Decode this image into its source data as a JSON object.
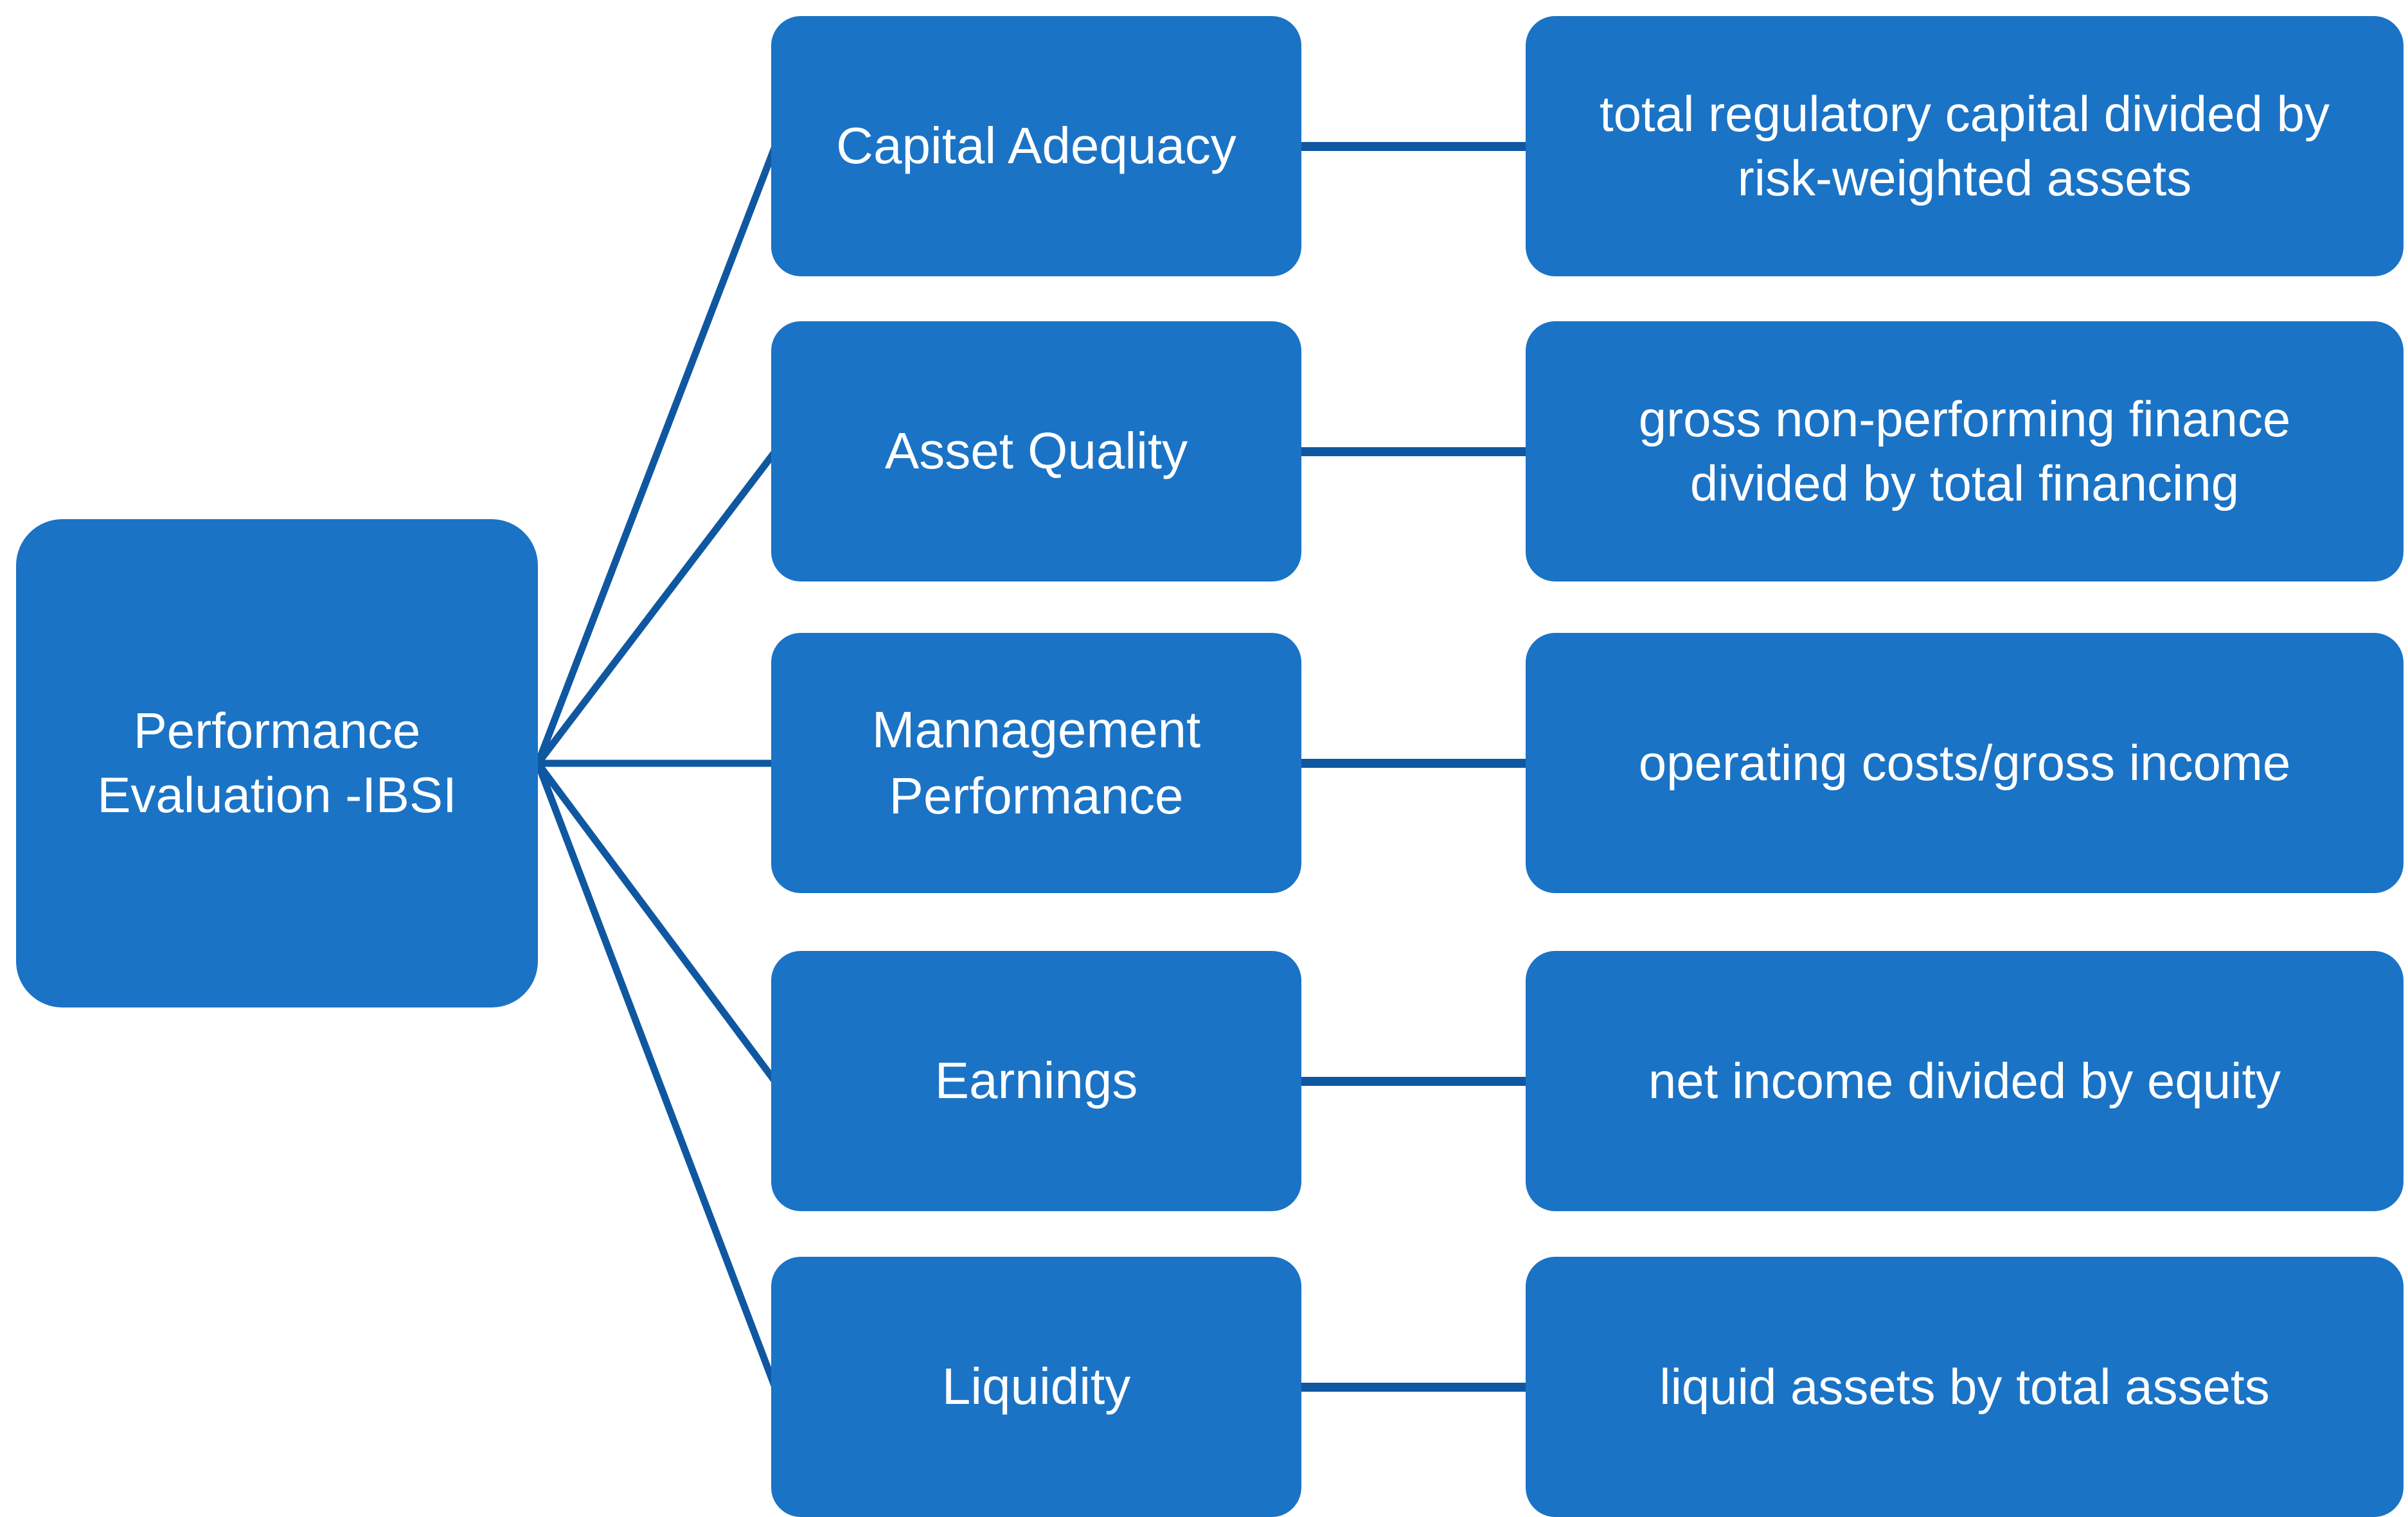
{
  "diagram": {
    "root": {
      "label": "Performance Evaluation -IBSI"
    },
    "rows": [
      {
        "category": "Capital Adequacy",
        "description": "total regulatory capital divided by risk-weighted assets"
      },
      {
        "category": "Asset Quality",
        "description": "gross non-performing finance divided by total financing"
      },
      {
        "category": "Mannagement Performance",
        "description": "operating costs/gross income"
      },
      {
        "category": "Earnings",
        "description": "net income divided by equity"
      },
      {
        "category": "Liquidity",
        "description": "liquid assets by total assets"
      }
    ]
  },
  "colors": {
    "box_fill": "#1b73c5",
    "connector": "#0f57a1",
    "text": "#ffffff",
    "background": "#ffffff"
  }
}
